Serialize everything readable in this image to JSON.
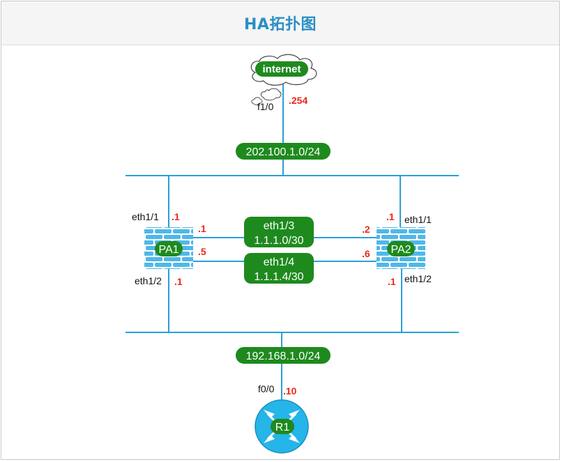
{
  "header": {
    "title": "HA拓扑图"
  },
  "colors": {
    "link": "#2aa0d8",
    "pill": "#1e8a1e",
    "pill_text": "#ffffff",
    "ip": "#e8291c",
    "label": "#111111",
    "firewall": "#4fb8e8",
    "router": "#25b5e8"
  },
  "internet": {
    "label": "internet",
    "icon": "cloud-icon",
    "port": "f1/0",
    "ip": ".254"
  },
  "networks": {
    "wan": "202.100.1.0/24",
    "lan": "192.168.1.0/24",
    "ha1_port": "eth1/3",
    "ha1_subnet": "1.1.1.0/30",
    "ha2_port": "eth1/4",
    "ha2_subnet": "1.1.1.4/30"
  },
  "pa1": {
    "label": "PA1",
    "icon": "firewall-icon",
    "eth1_1": "eth1/1",
    "eth1_1_ip": ".1",
    "eth1_2": "eth1/2",
    "eth1_2_ip": ".1",
    "eth1_3_ip": ".1",
    "eth1_4_ip": ".5"
  },
  "pa2": {
    "label": "PA2",
    "icon": "firewall-icon",
    "eth1_1": "eth1/1",
    "eth1_1_ip": ".1",
    "eth1_2": "eth1/2",
    "eth1_2_ip": ".1",
    "eth1_3_ip": ".2",
    "eth1_4_ip": ".6"
  },
  "r1": {
    "label": "R1",
    "icon": "router-icon",
    "port": "f0/0",
    "ip": ".10"
  }
}
